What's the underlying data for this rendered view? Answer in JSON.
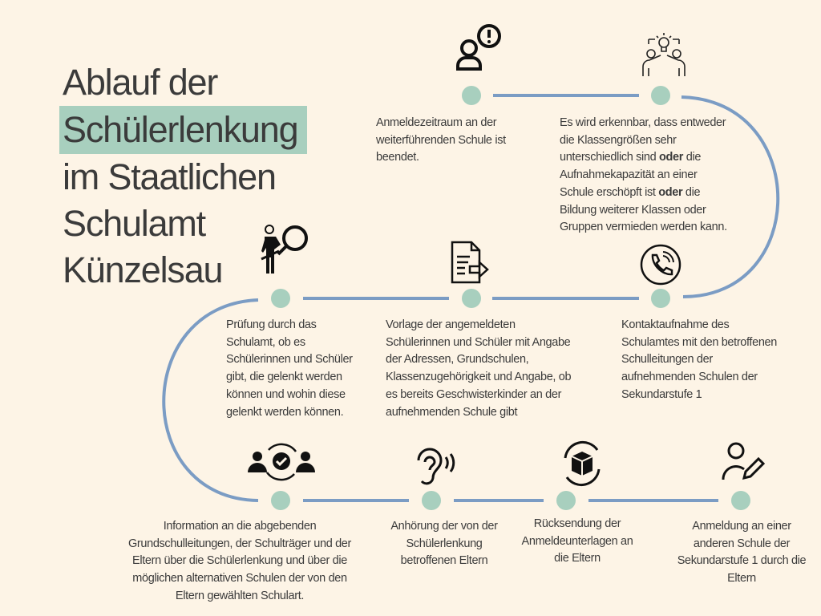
{
  "title": {
    "line1": "Ablauf der",
    "line2": "Schülerlenkung",
    "line3": "im Staatlichen",
    "line4": "Schulamt",
    "line5": "Künzelsau"
  },
  "colors": {
    "background": "#fdf4e6",
    "dot": "#a8cfbe",
    "line": "#7b9cc4",
    "text": "#3b3b3b"
  },
  "steps": [
    {
      "icon": "person-alert-icon",
      "text": "Anmeldezeitraum an der\nweiterführenden Schule ist\nbeendet."
    },
    {
      "icon": "idea-exchange-icon",
      "parts": [
        "Es wird erkennbar, dass entweder\ndie Klassengrößen sehr\nunterschiedlich sind ",
        "oder",
        " die\nAufnahmekapazität an einer\nSchule erschöpft ist ",
        "oder",
        " die\nBildung weiterer Klassen oder\nGruppen vermieden werden kann."
      ]
    },
    {
      "icon": "phone-icon",
      "text": "Kontaktaufnahme des\nSchulamtes mit den betroffenen\nSchulleitungen der\naufnehmenden Schulen der\nSekundarstufe 1"
    },
    {
      "icon": "document-send-icon",
      "text": "Vorlage der angemeldeten\nSchülerinnen und Schüler mit Angabe\nder Adressen, Grundschulen,\nKlassenzugehörigkeit und Angabe, ob\nes bereits Geschwisterkinder an der\naufnehmenden Schule gibt"
    },
    {
      "icon": "person-magnifier-icon",
      "text": "Prüfung durch das\nSchulamt, ob es\nSchülerinnen und Schüler\ngibt, die gelenkt werden\nkönnen und wohin diese\ngelenkt werden können."
    },
    {
      "icon": "group-check-icon",
      "text": "Information an die abgebenden\nGrundschulleitungen, der Schulträger und der\nEltern über die Schülerlenkung und über die\nmöglichen alternativen Schulen der von den\nEltern gewählten Schulart."
    },
    {
      "icon": "ear-icon",
      "text": "Anhörung der von der\nSchülerlenkung\nbetroffenen Eltern"
    },
    {
      "icon": "package-return-icon",
      "text": "Rücksendung der\nAnmeldeunterlagen an\ndie Eltern"
    },
    {
      "icon": "person-edit-icon",
      "text": "Anmeldung an einer\nanderen Schule der\nSekundarstufe 1 durch die\nEltern"
    }
  ]
}
